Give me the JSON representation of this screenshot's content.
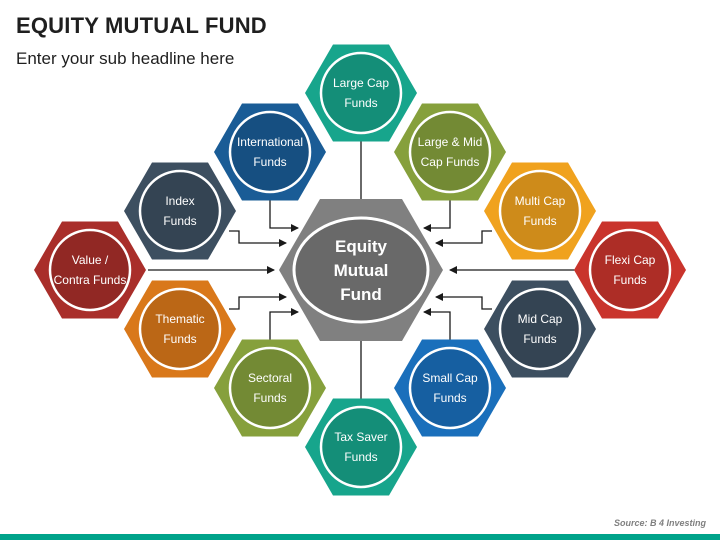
{
  "header": {
    "title": "EQUITY MUTUAL FUND",
    "subtitle": "Enter your sub headline here"
  },
  "footer": {
    "source": "Source: B 4 Investing"
  },
  "diagram": {
    "center": {
      "name": "center-node-equity-mutual-fund",
      "lines": [
        "Equity",
        "Mutual",
        "Fund"
      ],
      "color": "#808080"
    },
    "nodes": [
      {
        "name": "node-large-cap-funds",
        "lines": [
          "Large Cap",
          "Funds"
        ],
        "color": "#17a58c"
      },
      {
        "name": "node-large-mid-cap-funds",
        "lines": [
          "Large & Mid",
          "Cap Funds"
        ],
        "color": "#86a03c"
      },
      {
        "name": "node-multi-cap-funds",
        "lines": [
          "Multi Cap",
          "Funds"
        ],
        "color": "#f0a21e"
      },
      {
        "name": "node-flexi-cap-funds",
        "lines": [
          "Flexi Cap",
          "Funds"
        ],
        "color": "#c9342c"
      },
      {
        "name": "node-mid-cap-funds",
        "lines": [
          "Mid Cap",
          "Funds"
        ],
        "color": "#3d4f60"
      },
      {
        "name": "node-small-cap-funds",
        "lines": [
          "Small Cap",
          "Funds"
        ],
        "color": "#1a6fbb"
      },
      {
        "name": "node-tax-saver-funds",
        "lines": [
          "Tax Saver",
          "Funds"
        ],
        "color": "#17a58c"
      },
      {
        "name": "node-sectoral-funds",
        "lines": [
          "Sectoral",
          "Funds"
        ],
        "color": "#86a03c"
      },
      {
        "name": "node-thematic-funds",
        "lines": [
          "Thematic",
          "Funds"
        ],
        "color": "#d9781a"
      },
      {
        "name": "node-value-contra-funds",
        "lines": [
          "Value /",
          "Contra Funds"
        ],
        "color": "#a92e2a"
      },
      {
        "name": "node-index-funds",
        "lines": [
          "Index",
          "Funds"
        ],
        "color": "#3d4f60"
      },
      {
        "name": "node-international-funds",
        "lines": [
          "International",
          "Funds"
        ],
        "color": "#1a5c96"
      }
    ]
  }
}
